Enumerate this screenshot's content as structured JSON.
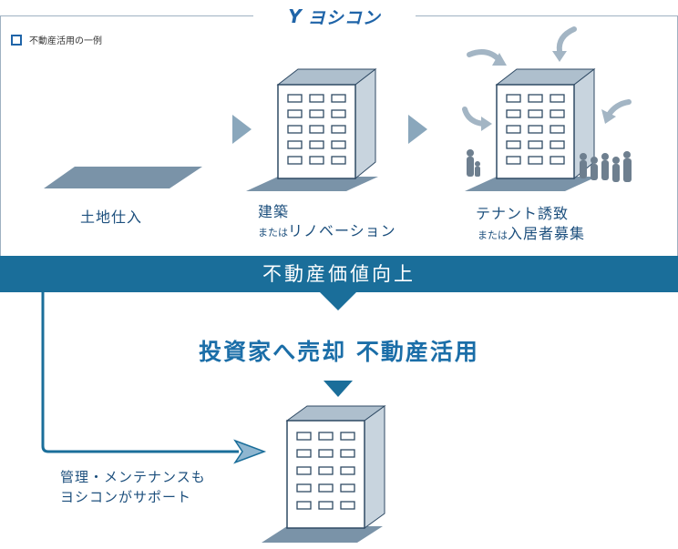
{
  "brand": {
    "logo": "Y",
    "name": "ヨシコン"
  },
  "legend": {
    "label": "不動産活用の一例"
  },
  "steps": [
    {
      "title": "土地仕入",
      "sub_small": "",
      "sub_large": ""
    },
    {
      "title": "建築",
      "sub_small": "または",
      "sub_large": "リノベーション"
    },
    {
      "title": "テナント誘致",
      "sub_small": "または",
      "sub_large": "入居者募集"
    }
  ],
  "band": {
    "text": "不動産価値向上"
  },
  "headline": {
    "text": "投資家へ売却 不動産活用"
  },
  "support_note": {
    "line1": "管理・メンテナンスも",
    "line2": "ヨシコンがサポート"
  },
  "colors": {
    "accent": "#1a6e9a",
    "text": "#1c4f7d",
    "shape": "#7a93a8",
    "arrow": "#8aa7bc"
  }
}
